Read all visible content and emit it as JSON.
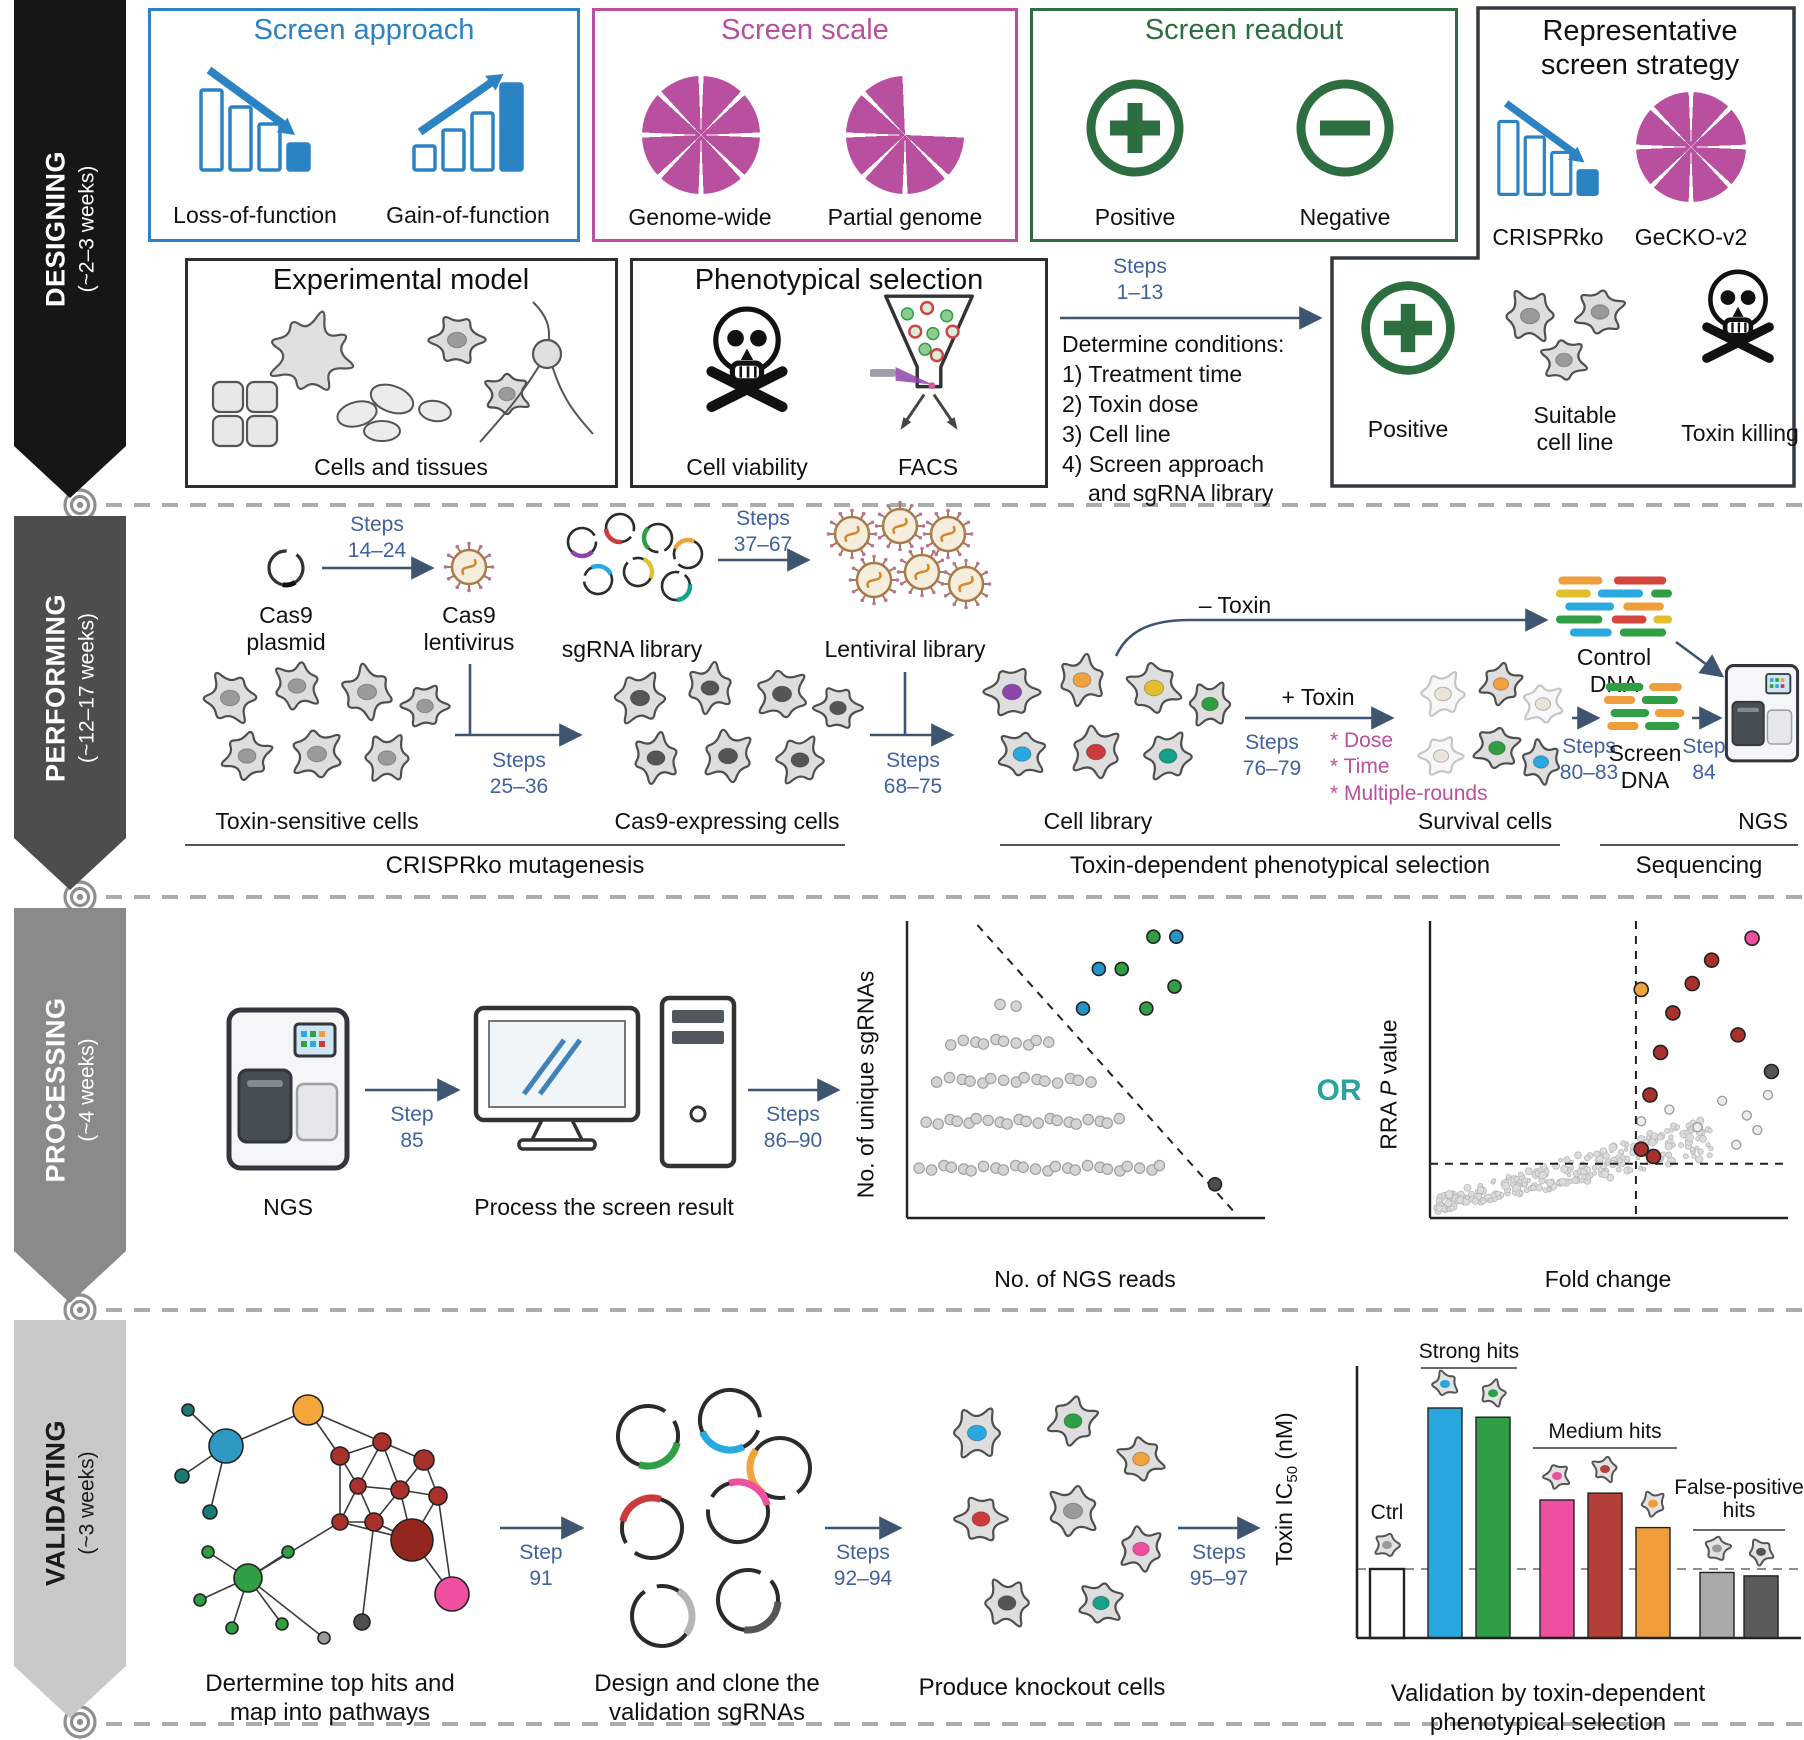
{
  "colors": {
    "approach_blue": "#2b83c4",
    "scale_magenta": "#b9509f",
    "readout_green": "#2c6e3f",
    "steps_blue": "#41619e",
    "arrow": "#3e5570",
    "teal": "#2ba3a0",
    "hits": {
      "blue": "#29a8e0",
      "green": "#2f9e45",
      "pink": "#ee4fa0",
      "red": "#b23f38",
      "orange": "#f09d3c",
      "gray": "#a9a9a9",
      "darkgray": "#5b5b5b"
    }
  },
  "phases": [
    {
      "label": "DESIGNING",
      "duration": "(~2–3 weeks)"
    },
    {
      "label": "PERFORMING",
      "duration": "(~12–17 weeks)"
    },
    {
      "label": "PROCESSING",
      "duration": "(~4 weeks)"
    },
    {
      "label": "VALIDATING",
      "duration": "(~3 weeks)"
    }
  ],
  "designing": {
    "screen_approach": {
      "title": "Screen approach",
      "loss": "Loss-of-function",
      "gain": "Gain-of-function"
    },
    "screen_scale": {
      "title": "Screen scale",
      "genome_wide": "Genome-wide",
      "partial": "Partial genome"
    },
    "screen_readout": {
      "title": "Screen readout",
      "positive": "Positive",
      "negative": "Negative"
    },
    "strategy": {
      "title": [
        "Representative",
        "screen strategy"
      ],
      "crisprko": "CRISPRko",
      "gecko": "GeCKO-v2",
      "positive": "Positive",
      "suitable": [
        "Suitable",
        "cell line"
      ],
      "toxin_killing": "Toxin killing"
    },
    "experimental_model": {
      "title": "Experimental model",
      "caption": "Cells and tissues"
    },
    "phenotypical_selection": {
      "title": "Phenotypical selection",
      "viability": "Cell viability",
      "facs": "FACS"
    },
    "steps_1_13": [
      "Steps",
      "1–13"
    ],
    "conditions": [
      "Determine conditions:",
      "1) Treatment time",
      "2) Toxin dose",
      "3) Cell line",
      "4) Screen approach",
      "and sgRNA library"
    ]
  },
  "performing": {
    "cas9_plasmid": [
      "Cas9",
      "plasmid"
    ],
    "steps_14_24": [
      "Steps",
      "14–24"
    ],
    "cas9_lentivirus": [
      "Cas9",
      "lentivirus"
    ],
    "sgrna_library": "sgRNA library",
    "steps_37_67": [
      "Steps",
      "37–67"
    ],
    "lentiviral_library": "Lentiviral library",
    "toxin_sensitive_cells": "Toxin-sensitive cells",
    "steps_25_36": [
      "Steps",
      "25–36"
    ],
    "cas9_expressing_cells": "Cas9-expressing cells",
    "steps_68_75": [
      "Steps",
      "68–75"
    ],
    "cell_library": "Cell library",
    "minus_toxin": "– Toxin",
    "control_dna": [
      "Control",
      "DNA"
    ],
    "plus_toxin": "+ Toxin",
    "steps_76_79": [
      "Steps",
      "76–79"
    ],
    "toxin_bullets": [
      "* Dose",
      "* Time",
      "* Multiple-rounds"
    ],
    "survival_cells": "Survival cells",
    "steps_80_83": [
      "Steps",
      "80–83"
    ],
    "screen_dna": [
      "Screen",
      "DNA"
    ],
    "step_84": [
      "Step",
      "84"
    ],
    "ngs": "NGS",
    "sections": [
      "CRISPRko mutagenesis",
      "Toxin-dependent phenotypical selection",
      "Sequencing"
    ]
  },
  "processing": {
    "ngs": "NGS",
    "step_85": [
      "Step",
      "85"
    ],
    "process_label": "Process the screen result",
    "steps_86_90": [
      "Steps",
      "86–90"
    ],
    "or": "OR"
  },
  "validating": {
    "network_caption": [
      "Dertermine top hits and",
      "map into pathways"
    ],
    "step_91": [
      "Step",
      "91"
    ],
    "plasmid_caption": [
      "Design and clone the",
      "validation sgRNAs"
    ],
    "steps_92_94": [
      "Steps",
      "92–94"
    ],
    "knockout_caption": "Produce knockout cells",
    "steps_95_97": [
      "Steps",
      "95–97"
    ],
    "bar_caption": [
      "Validation by toxin-dependent",
      "phenotypical selection"
    ]
  },
  "icons": {
    "loss-of-function": "declining-bars-with-down-arrow",
    "gain-of-function": "rising-bars-with-up-arrow",
    "genome-wide": "full-8-slice-pie",
    "partial-genome": "partial-pie-missing-slices",
    "positive-readout": "plus-circle",
    "negative-readout": "minus-circle",
    "cell-viability": "skull-and-crossbones",
    "toxin-killing": "skull-and-crossbones",
    "facs": "facs-funnel-with-laser",
    "milestone": "bullseye-target",
    "ngs": "sequencer-machine",
    "process": "desktop-computer"
  },
  "chart_data": [
    {
      "id": "sgrna-representation-scatter",
      "type": "scatter",
      "xlabel": "No. of NGS reads",
      "ylabel": "No. of unique sgRNAs",
      "axis_ticks": "none",
      "legend": "none",
      "point_colors": {
        "green": "#2f9e45",
        "blue": "#2693c9",
        "dark": "#4d4d4d",
        "gray": "#d4d4d4"
      },
      "diagonal_dashed_line": {
        "x0": 0.2,
        "y0": 1.0,
        "x1": 0.93,
        "y1": 0.02
      },
      "gray_rows": [
        {
          "y": 0.72,
          "x0": 0.27,
          "x1": 0.31,
          "n": 2
        },
        {
          "y": 0.6,
          "x0": 0.13,
          "x1": 0.4,
          "n": 10
        },
        {
          "y": 0.47,
          "x0": 0.09,
          "x1": 0.52,
          "n": 15
        },
        {
          "y": 0.33,
          "x0": 0.06,
          "x1": 0.6,
          "n": 20
        },
        {
          "y": 0.17,
          "x0": 0.04,
          "x1": 0.72,
          "n": 24
        }
      ],
      "colored_points": [
        {
          "x": 0.7,
          "y": 0.96,
          "c": "green"
        },
        {
          "x": 0.765,
          "y": 0.96,
          "c": "blue"
        },
        {
          "x": 0.545,
          "y": 0.85,
          "c": "blue"
        },
        {
          "x": 0.61,
          "y": 0.85,
          "c": "green"
        },
        {
          "x": 0.76,
          "y": 0.79,
          "c": "green"
        },
        {
          "x": 0.5,
          "y": 0.715,
          "c": "blue"
        },
        {
          "x": 0.68,
          "y": 0.715,
          "c": "green"
        },
        {
          "x": 0.875,
          "y": 0.115,
          "c": "dark"
        }
      ]
    },
    {
      "id": "rra-fold-change-scatter",
      "type": "scatter",
      "xlabel": "Fold change",
      "ylabel": "RRA P value",
      "ylabel_parts": [
        "RRA ",
        "P",
        " value"
      ],
      "axis_ticks": "none",
      "legend": "none",
      "point_colors": {
        "red": "#a8322b",
        "pink": "#ee4fa0",
        "orange": "#eda23c",
        "darkgray": "#555555",
        "gray": "#dcdcdc"
      },
      "dashed_vline_x": 0.585,
      "dashed_hline_y": 0.185,
      "gray_cloud": {
        "n": 260,
        "x_range": [
          0.02,
          0.8
        ],
        "slope": 0.3,
        "base": 0.04,
        "noise": 0.1
      },
      "gray_outliers": [
        [
          0.6,
          0.33
        ],
        [
          0.68,
          0.37
        ],
        [
          0.76,
          0.31
        ],
        [
          0.83,
          0.4
        ],
        [
          0.9,
          0.35
        ],
        [
          0.96,
          0.42
        ],
        [
          0.87,
          0.25
        ],
        [
          0.93,
          0.3
        ]
      ],
      "colored_points": [
        {
          "x": 0.915,
          "y": 0.955,
          "c": "pink"
        },
        {
          "x": 0.8,
          "y": 0.88,
          "c": "red"
        },
        {
          "x": 0.745,
          "y": 0.8,
          "c": "red"
        },
        {
          "x": 0.69,
          "y": 0.7,
          "c": "red"
        },
        {
          "x": 0.655,
          "y": 0.565,
          "c": "red"
        },
        {
          "x": 0.6,
          "y": 0.78,
          "c": "orange"
        },
        {
          "x": 0.625,
          "y": 0.42,
          "c": "red"
        },
        {
          "x": 0.6,
          "y": 0.235,
          "c": "red"
        },
        {
          "x": 0.635,
          "y": 0.21,
          "c": "red"
        },
        {
          "x": 0.875,
          "y": 0.625,
          "c": "red"
        },
        {
          "x": 0.97,
          "y": 0.5,
          "c": "darkgray"
        }
      ]
    },
    {
      "id": "validation-ic50-bar",
      "type": "bar",
      "ylabel": "Toxin IC50 (nM)",
      "ylabel_parts": [
        "Toxin IC",
        "50",
        " (nM)"
      ],
      "ctrl_label": "Ctrl",
      "categories": [
        "Ctrl",
        "",
        "",
        "",
        "",
        "",
        "",
        ""
      ],
      "values": [
        0.3,
        1.0,
        0.96,
        0.6,
        0.63,
        0.48,
        0.285,
        0.27
      ],
      "bar_colors": [
        "#ffffff",
        "#29a8e0",
        "#2f9e45",
        "#ee4fa0",
        "#b23f38",
        "#f09d3c",
        "#a9a9a9",
        "#5b5b5b"
      ],
      "cell_nuclei": [
        "#9a9a9a",
        "#29a8e0",
        "#2f9e45",
        "#ee4fa0",
        "#b23f38",
        "#f09d3c",
        "#9a9a9a",
        "#555555"
      ],
      "threshold_dashed": 0.3,
      "y_ticks": "none",
      "groups": [
        {
          "label": "Strong hits",
          "lines": [
            "Strong hits"
          ],
          "bars": [
            1,
            2
          ]
        },
        {
          "label": "Medium hits",
          "lines": [
            "Medium hits"
          ],
          "bars": [
            3,
            5
          ]
        },
        {
          "label": "False-positive hits",
          "lines": [
            "False-positive",
            "hits"
          ],
          "bars": [
            6,
            7
          ]
        }
      ]
    }
  ]
}
